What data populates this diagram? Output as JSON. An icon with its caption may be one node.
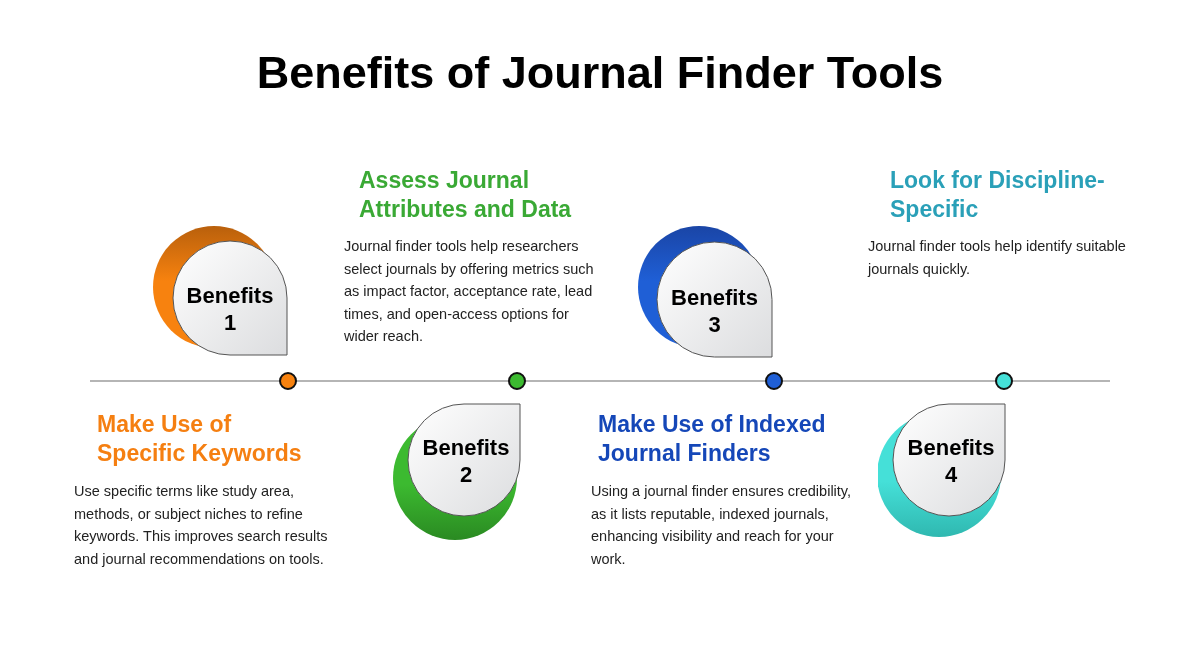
{
  "diagram": {
    "title": "Benefits of Journal Finder Tools",
    "nodes": [
      {
        "text": [
          "Benefits 1"
        ],
        "beside": [
          "Make Use of Specific Keywords",
          "Use specific terms like study area, methods, or subject niches to refine keywords. This improves search results and journal recommendations on tools."
        ]
      },
      {
        "text": [
          "Benefits 2"
        ],
        "beside": [
          "Assess Journal Attributes and Data",
          "Journal finder tools help researchers select journals by offering metrics such as impact factor, acceptance rate, lead times, and open-access options for wider reach."
        ]
      },
      {
        "text": [
          "Benefits 3"
        ],
        "beside": [
          "Make Use of Indexed Journal Finders",
          "Using a journal finder ensures credibility, as it lists reputable, indexed journals, enhancing visibility and reach for your work."
        ]
      },
      {
        "text": [
          "Benefits 4"
        ],
        "beside": [
          "Look for Discipline-Specific",
          "Journal finder tools help identify suitable journals quickly."
        ]
      }
    ]
  }
}
